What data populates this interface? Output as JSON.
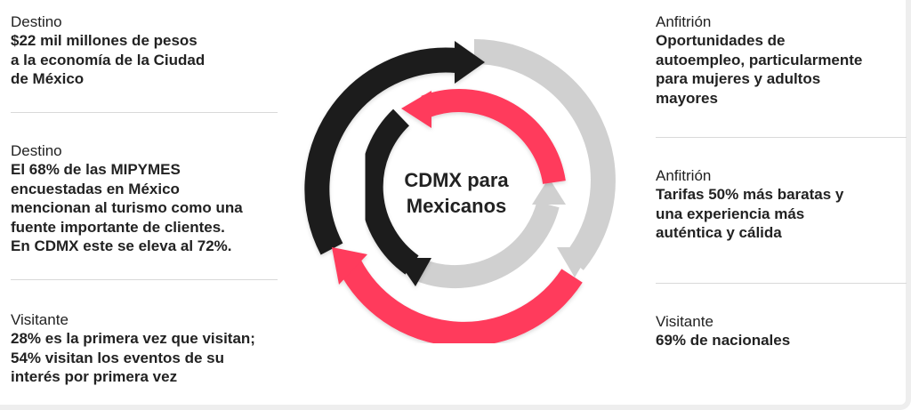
{
  "center": {
    "line1": "CDMX para",
    "line2": "Mexicanos"
  },
  "left": [
    {
      "category": "Destino",
      "lines": [
        "$22 mil millones de pesos",
        "a la economía de la Ciudad",
        "de México"
      ]
    },
    {
      "category": "Destino",
      "lines": [
        "El 68% de las MIPYMES",
        "encuestadas en México",
        "mencionan al turismo como una",
        "fuente importante de clientes.",
        "En CDMX este se eleva al 72%."
      ]
    },
    {
      "category": "Visitante",
      "lines": [
        "28% es la primera vez que visitan;",
        "54% visitan los eventos de su",
        "interés por primera vez"
      ]
    }
  ],
  "right": [
    {
      "category": "Anfitrión",
      "lines": [
        "Oportunidades de",
        "autoempleo, particularmente",
        "para mujeres y adultos",
        "mayores"
      ]
    },
    {
      "category": "Anfitrión",
      "lines": [
        "Tarifas 50% más baratas y",
        "una experiencia más",
        "auténtica y cálida"
      ]
    },
    {
      "category": "Visitante",
      "lines": [
        "69% de nacionales"
      ]
    }
  ],
  "colors": {
    "black_arrow": "#1f1f1f",
    "red_arrow": "#ff3a5c",
    "gray_arrow": "#d0d0d0"
  }
}
